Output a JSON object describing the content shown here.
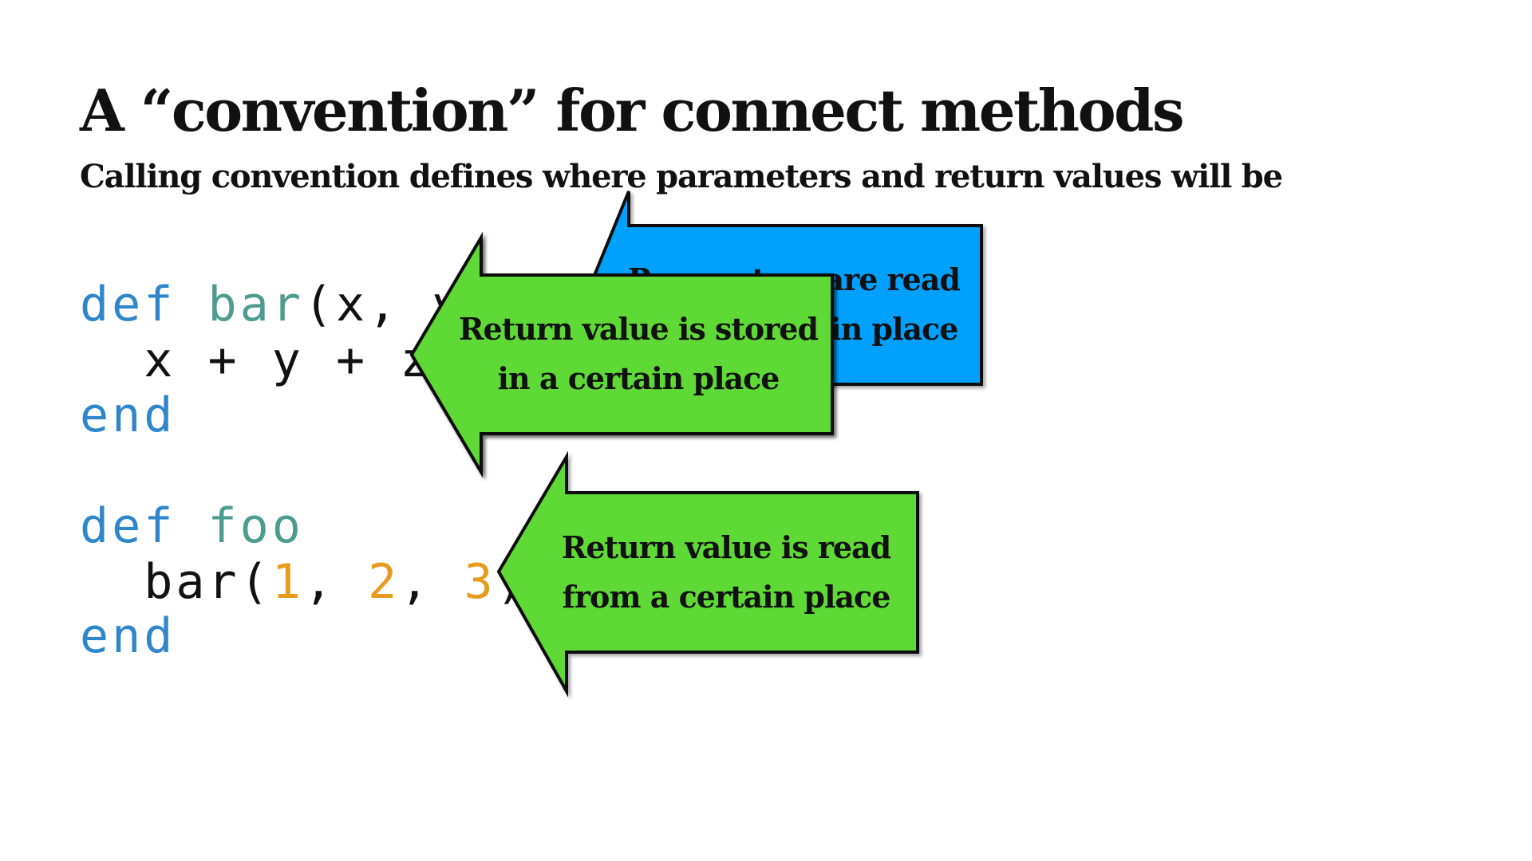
{
  "slide": {
    "title": "A “convention” for connect methods",
    "subtitle": "Calling convention defines where parameters and return values will be"
  },
  "code": {
    "block1": {
      "line1": {
        "kw": "def",
        "name": "bar",
        "rest": "(x, y"
      },
      "line2": {
        "text": "  x + y + z"
      },
      "line3": {
        "kw": "end"
      }
    },
    "block2": {
      "line1": {
        "kw": "def",
        "name": "foo"
      },
      "line2": {
        "call": "  bar(",
        "a": "1",
        "sep1": ", ",
        "b": "2",
        "sep2": ", ",
        "c": "3",
        "close": ")"
      },
      "line3": {
        "kw": "end"
      }
    }
  },
  "callouts": {
    "params": {
      "line1": "Parameters are read",
      "line2": "from a certain place",
      "color": "#00a0ff"
    },
    "return_stored": {
      "line1": "Return value is stored",
      "line2": "in a certain place",
      "color": "#5fd936"
    },
    "return_read": {
      "line1": "Return value is read",
      "line2": "from a certain place",
      "color": "#5fd936"
    }
  },
  "colors": {
    "keyword": "#2f86c9",
    "function_name": "#4e9b8f",
    "number": "#e99b1e",
    "text": "#111111"
  }
}
